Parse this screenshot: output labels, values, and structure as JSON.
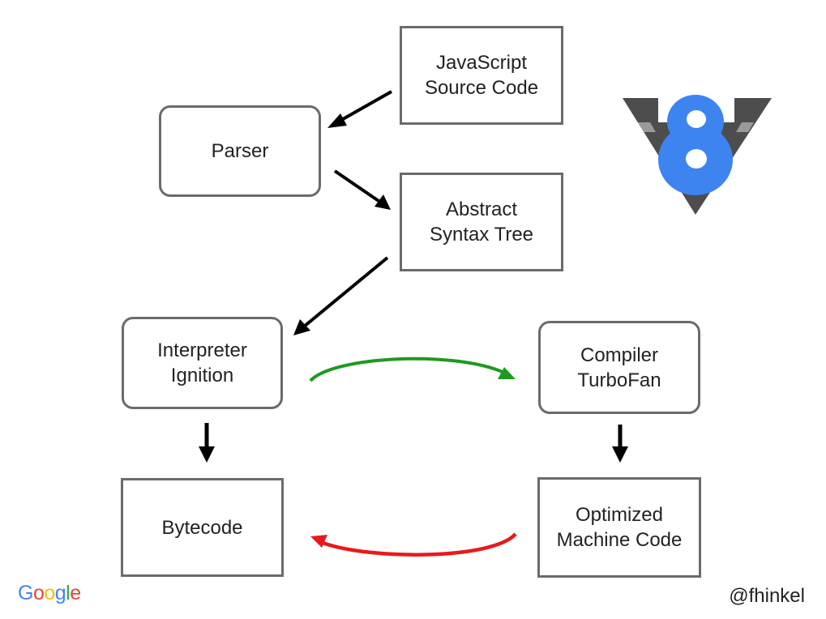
{
  "boxes": {
    "source": {
      "line1": "JavaScript",
      "line2": "Source Code"
    },
    "parser": {
      "line1": "Parser"
    },
    "ast": {
      "line1": "Abstract",
      "line2": "Syntax Tree"
    },
    "interpreter": {
      "line1": "Interpreter",
      "line2": "Ignition"
    },
    "compiler": {
      "line1": "Compiler",
      "line2": "TurboFan"
    },
    "bytecode": {
      "line1": "Bytecode"
    },
    "machine": {
      "line1": "Optimized",
      "line2": "Machine Code"
    }
  },
  "colors": {
    "box_border": "#6b6b6b",
    "arrow_black": "#000000",
    "arrow_optimize": "#1e9a1e",
    "arrow_deoptimize": "#e8191c",
    "v8_dark": "#4d4d4d",
    "v8_light": "#9a9a9a",
    "v8_blue": "#3d84f0"
  },
  "footer": {
    "brand": [
      "G",
      "o",
      "o",
      "g",
      "l",
      "e"
    ],
    "brand_colors": [
      "#4285F4",
      "#EA4335",
      "#FBBC05",
      "#4285F4",
      "#34A853",
      "#EA4335"
    ],
    "handle": "@fhinkel"
  },
  "icons": {
    "v8_logo": "v8-logo-icon",
    "google_logo": "google-logo-icon"
  }
}
